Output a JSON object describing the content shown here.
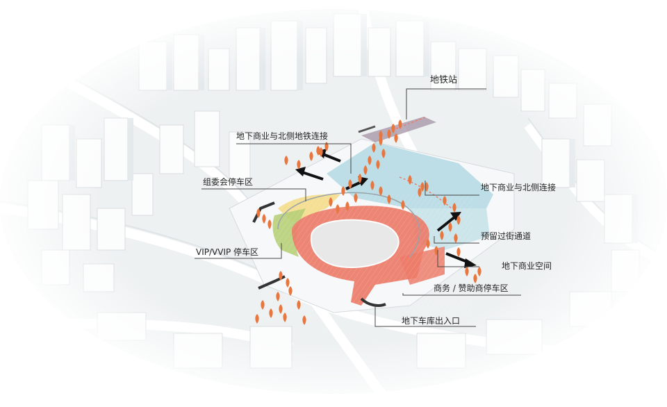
{
  "labels": {
    "metro_station": "地铁站",
    "underground_commerce_north_metro": "地下商业与北侧地铁连接",
    "organizing_committee_parking": "组委会停车区",
    "vip_parking": "VIP/VVIP 停车区",
    "underground_commerce_north": "地下商业与北侧连接",
    "reserved_crossing": "预留过街通道",
    "underground_commercial_space": "地下商业空间",
    "sponsor_parking": "商务 / 赞助商停车区",
    "garage_entrance": "地下车库出入口"
  },
  "colors": {
    "track_red": "#ec7b68",
    "zone_blue": "#a9d6e0",
    "zone_yellow": "#f3dc8a",
    "zone_green": "#b6cf77",
    "person_orange": "#e8763f",
    "metro_purple": "#9e8aa0",
    "arrow": "#111111",
    "leader": "#444444"
  }
}
